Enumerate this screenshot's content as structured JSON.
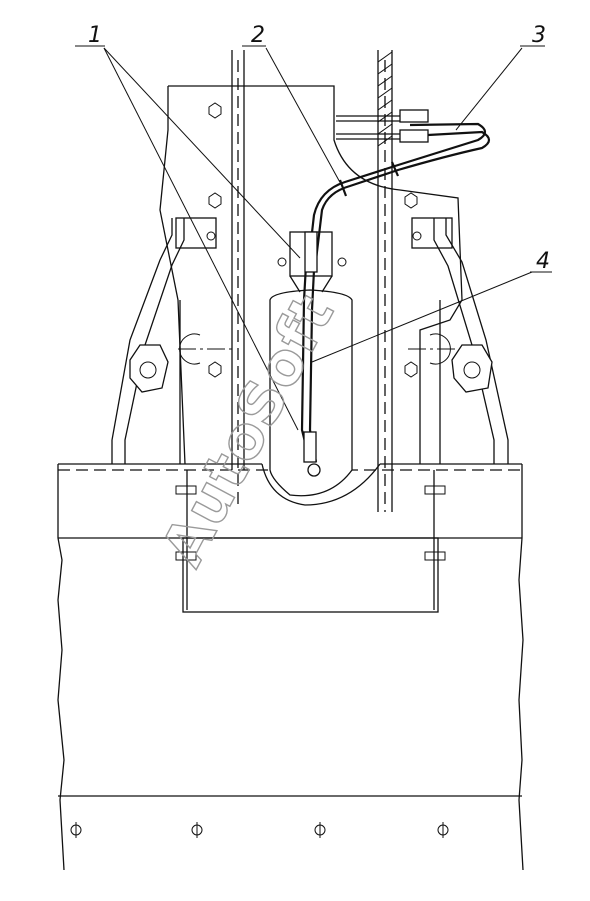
{
  "callouts": [
    {
      "label": "1"
    },
    {
      "label": "2"
    },
    {
      "label": "3"
    },
    {
      "label": "4"
    }
  ],
  "watermark": "AutoSoft",
  "colors": {
    "line": "#111111",
    "watermark": "#9a9a9a",
    "background": "#ffffff"
  }
}
